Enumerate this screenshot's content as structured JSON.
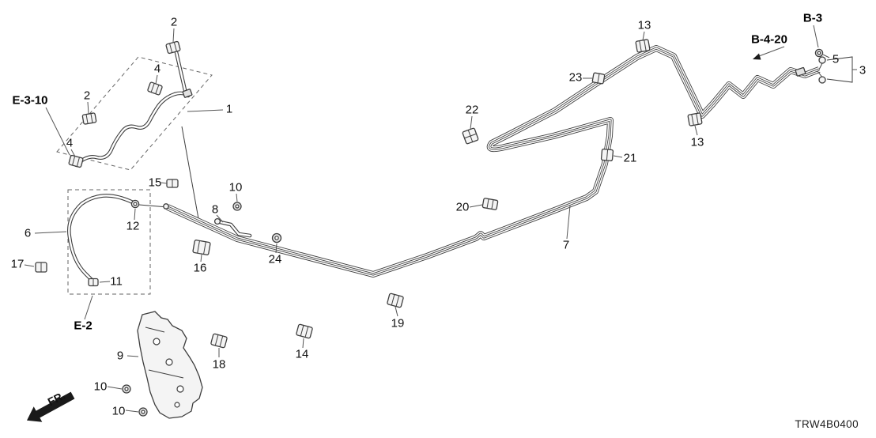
{
  "diagram": {
    "code": "TRW4B0400",
    "fr_label": "FR.",
    "colors": {
      "line": "#3d3d3d",
      "text": "#111111",
      "background": "#ffffff"
    },
    "refs": [
      {
        "id": "e-3-10",
        "label": "E-3-10"
      },
      {
        "id": "e-2",
        "label": "E-2"
      },
      {
        "id": "b-4-20",
        "label": "B-4-20"
      },
      {
        "id": "b-3",
        "label": "B-3"
      }
    ],
    "callouts": [
      {
        "part": "2",
        "label": "2"
      },
      {
        "part": "4",
        "label": "4"
      },
      {
        "part": "2",
        "label": "2"
      },
      {
        "part": "1",
        "label": "1"
      },
      {
        "part": "4",
        "label": "4"
      },
      {
        "part": "15",
        "label": "15"
      },
      {
        "part": "10",
        "label": "10"
      },
      {
        "part": "8",
        "label": "8"
      },
      {
        "part": "12",
        "label": "12"
      },
      {
        "part": "6",
        "label": "6"
      },
      {
        "part": "24",
        "label": "24"
      },
      {
        "part": "16",
        "label": "16"
      },
      {
        "part": "17",
        "label": "17"
      },
      {
        "part": "11",
        "label": "11"
      },
      {
        "part": "9",
        "label": "9"
      },
      {
        "part": "18",
        "label": "18"
      },
      {
        "part": "14",
        "label": "14"
      },
      {
        "part": "10",
        "label": "10"
      },
      {
        "part": "10",
        "label": "10"
      },
      {
        "part": "19",
        "label": "19"
      },
      {
        "part": "20",
        "label": "20"
      },
      {
        "part": "22",
        "label": "22"
      },
      {
        "part": "7",
        "label": "7"
      },
      {
        "part": "21",
        "label": "21"
      },
      {
        "part": "23",
        "label": "23"
      },
      {
        "part": "13",
        "label": "13"
      },
      {
        "part": "13",
        "label": "13"
      },
      {
        "part": "5",
        "label": "5"
      },
      {
        "part": "3",
        "label": "3"
      }
    ]
  }
}
